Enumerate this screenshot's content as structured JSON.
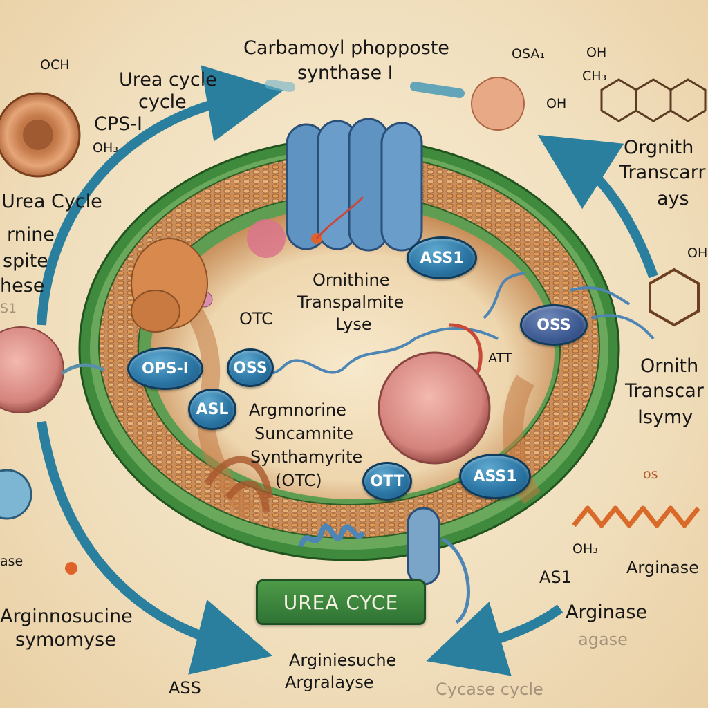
{
  "title": {
    "line1": "Carbamoyl phopposte",
    "line2": "synthase I"
  },
  "left_labels": {
    "och": "OCH",
    "urea_cycle_line1": "Urea cycle",
    "urea_cycle_line2": "cycle",
    "cps1": "CPS-I",
    "oh3": "OH₃",
    "urea_cycle_caps": "Urea Cycle",
    "ornithine_partial_1": "rnine",
    "ornithine_partial_2": "spite",
    "ornithine_partial_3": "hese",
    "ornithine_partial_4": "S1",
    "ase_partial": "ase",
    "argininosuccinate_line1": "Arginnosucine",
    "argininosuccinate_line2": "symomyse",
    "ass": "ASS"
  },
  "right_labels": {
    "osa": "OSA₁",
    "oh_top": "OH",
    "ch3": "CH₃",
    "oh_ring": "OH",
    "orgnith_line1": "Orgnith",
    "orgnith_line2": "Transcarr",
    "orgnith_line3": "ays",
    "oh_right": "OH",
    "ornith_line1": "Ornith",
    "ornith_line2": "Transcar",
    "ornith_line3": "Isymy",
    "os": "os",
    "oh3_right": "OH₃",
    "arginase_partial": "Arginase",
    "as1": "AS1",
    "arginase": "Arginase",
    "agase": "agase",
    "cycle_faded": "Cycase cycle"
  },
  "center_labels": {
    "ornithine_line1": "Ornithine",
    "ornithine_line2": "Transpalmite",
    "ornithine_line3": "Lyse",
    "otc": "OTC",
    "att": "ATT",
    "arg_line1": "Argmnorine",
    "arg_line2": "Suncamnite",
    "arg_line3": "Synthamyrite",
    "arg_line4": "(OTC)"
  },
  "bottom_labels": {
    "line1": "Arginiesuche",
    "line2": "Argralayse"
  },
  "banner": "UREA CYCE",
  "enzyme_pills": {
    "ass1_top": "ASS1",
    "oss_right": "OSS",
    "ops1": "OPS-I",
    "oss_left": "OSS",
    "asl": "ASL",
    "ott": "OTT",
    "ass1_bottom": "ASS1"
  },
  "colors": {
    "arrow": "#2a7f9e",
    "membrane_green": "#4f9a45",
    "lipid_orange": "#d9894a",
    "pill_blue": "#2c77a6",
    "protein_blue": "#5f93c2"
  }
}
